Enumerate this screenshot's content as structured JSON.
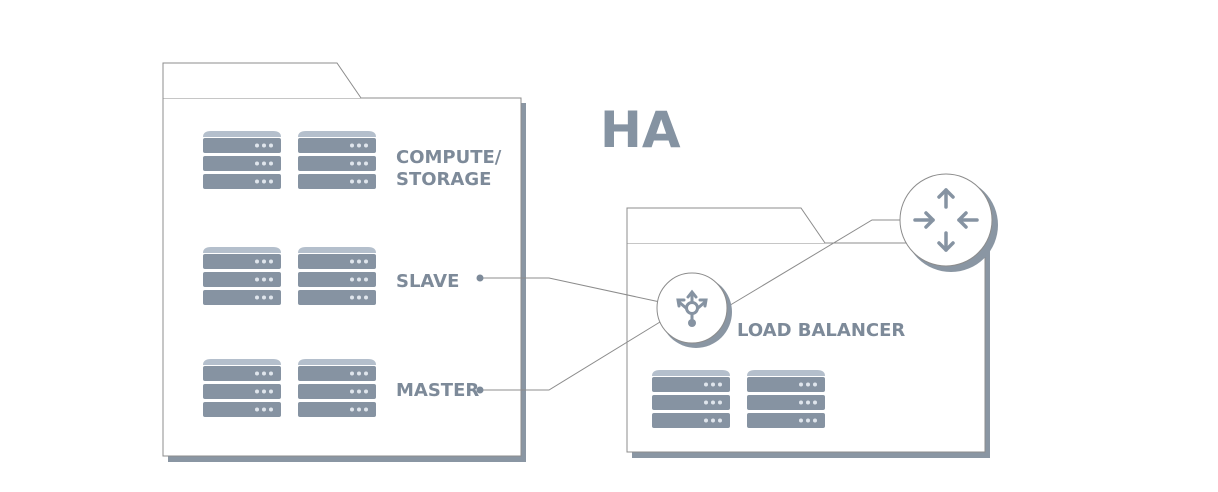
{
  "title": "HA",
  "left_group": {
    "rows": [
      {
        "label_lines": [
          "COMPUTE/",
          "STORAGE"
        ]
      },
      {
        "label_lines": [
          "SLAVE"
        ]
      },
      {
        "label_lines": [
          "MASTER"
        ]
      }
    ]
  },
  "right_group": {
    "load_balancer_label": "LOAD BALANCER",
    "icons": [
      "load-balancer-icon",
      "router-icon"
    ]
  },
  "colors": {
    "server_body": "#8693a2",
    "server_top": "#b4bfcc",
    "shadow": "#8a96a3",
    "stroke": "#8c8c8c",
    "text": "#7d8a99"
  }
}
